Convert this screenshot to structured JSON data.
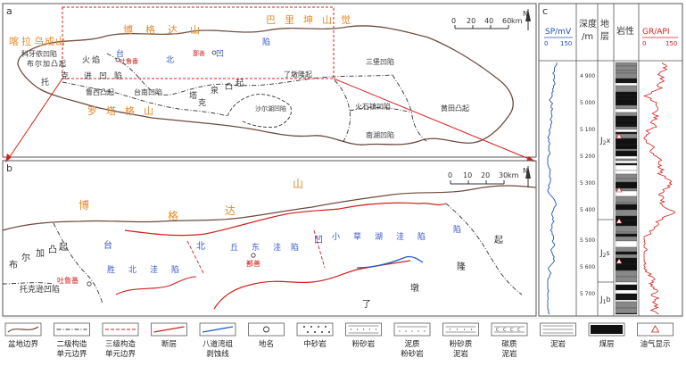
{
  "panels": {
    "a": "a",
    "b": "b",
    "c": "c"
  },
  "panel_a": {
    "places_orange": [
      "喀",
      "拉",
      "乌",
      "成",
      "山",
      "博",
      "格",
      "达",
      "山",
      "巴",
      "里",
      "坤",
      "山",
      "觉",
      "罗",
      "塔",
      "格",
      "山"
    ],
    "places_dark": [
      "科牙依凹陷",
      "托",
      "布",
      "尔",
      "加",
      "凸",
      "起",
      "克",
      "火",
      "焰",
      "进",
      "凹",
      "陷",
      "鲁西凸起",
      "台南凹陷",
      "塔",
      "克",
      "泉",
      "凸",
      "起",
      "沙尔湖凹陷",
      "了墩隆起",
      "三堡凹陷",
      "火石镇凹陷",
      "黄田凸起",
      "南湖凹陷"
    ],
    "places_blue": [
      "台",
      "北",
      "凹",
      "陷"
    ],
    "towns": [
      "吐鲁番",
      "鄯善"
    ],
    "scale": {
      "ticks": [
        "0",
        "20",
        "40",
        "60"
      ],
      "unit": "km"
    },
    "north": "N"
  },
  "panel_b": {
    "places_orange": [
      "博",
      "格",
      "达",
      "山"
    ],
    "places_dark": [
      "布",
      "尔",
      "加",
      "凸",
      "起",
      "托克逊凹陷",
      "了",
      "墩",
      "隆",
      "起"
    ],
    "places_blue": [
      "台",
      "北",
      "丘",
      "东",
      "洼",
      "陷",
      "凹",
      "小",
      "草",
      "湖",
      "洼",
      "陷",
      "胜",
      "北",
      "洼",
      "陷"
    ],
    "towns": [
      "吐鲁番",
      "鄯善"
    ],
    "scale": {
      "ticks": [
        "0",
        "10",
        "20",
        "30"
      ],
      "unit": "km"
    },
    "north": "N"
  },
  "panel_c": {
    "sp_title": "SP/mV",
    "sp_range": [
      "0",
      "150"
    ],
    "depth_title": [
      "深度",
      "/m"
    ],
    "depth_ticks": [
      "4 900",
      "5 000",
      "5 100",
      "5 200",
      "5 300",
      "5 400",
      "5 500",
      "5 600",
      "5 700"
    ],
    "strata_title": [
      "地",
      "层"
    ],
    "strata": [
      {
        "main": "J",
        "sub": "2",
        "suffix": "x"
      },
      {
        "main": "J",
        "sub": "2",
        "suffix": "s"
      },
      {
        "main": "J",
        "sub": "1",
        "suffix": "b"
      }
    ],
    "lith_title": "岩性",
    "gr_title": "GR/API",
    "gr_range": [
      "0",
      "150"
    ]
  },
  "legend": [
    {
      "label": [
        "盆地边界"
      ]
    },
    {
      "label": [
        "二级构造",
        "单元边界"
      ]
    },
    {
      "label": [
        "三级构造",
        "单元边界"
      ]
    },
    {
      "label": [
        "断层"
      ]
    },
    {
      "label": [
        "八道湾组",
        "剥蚀线"
      ]
    },
    {
      "label": [
        "地名"
      ]
    },
    {
      "label": [
        "中砂岩"
      ]
    },
    {
      "label": [
        "粉砂岩"
      ]
    },
    {
      "label": [
        "泥质",
        "粉砂岩"
      ]
    },
    {
      "label": [
        "粉砂质",
        "泥岩"
      ]
    },
    {
      "label": [
        "碳质",
        "泥岩"
      ]
    },
    {
      "label": [
        "泥岩"
      ]
    },
    {
      "label": [
        "煤层"
      ]
    },
    {
      "label": [
        "油气显示"
      ]
    }
  ],
  "colors": {
    "fault": "#d42020",
    "erosion": "#2060c8",
    "orange": "#e58a2b",
    "blue": "#3a57c8",
    "sp": "#2050b0",
    "gr": "#d42020"
  }
}
